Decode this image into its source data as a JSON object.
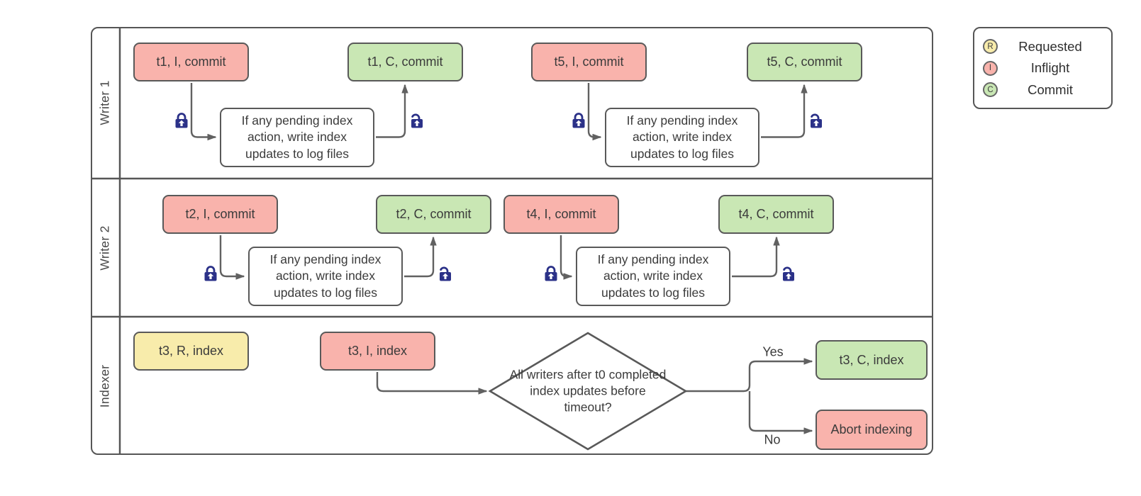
{
  "colors": {
    "inflight": "#f9b3ac",
    "commit": "#c9e7b4",
    "requested": "#f8ecab",
    "node-border": "#595959",
    "line": "#616161",
    "text": "#3b3b3b",
    "lock": "#2b3188",
    "frame": "#565656",
    "canvas": "#ffffff"
  },
  "lanes": [
    {
      "label": "Writer 1"
    },
    {
      "label": "Writer 2"
    },
    {
      "label": "Indexer"
    }
  ],
  "nodes": {
    "t1_inflight": {
      "label": "t1, I, commit"
    },
    "t1_commit": {
      "label": "t1, C, commit"
    },
    "t5_inflight": {
      "label": "t5, I, commit"
    },
    "t5_commit": {
      "label": "t5, C, commit"
    },
    "t2_inflight": {
      "label": "t2, I, commit"
    },
    "t2_commit": {
      "label": "t2, C, commit"
    },
    "t4_inflight": {
      "label": "t4, I, commit"
    },
    "t4_commit": {
      "label": "t4, C, commit"
    },
    "t3_requested": {
      "label": "t3, R, index"
    },
    "t3_inflight": {
      "label": "t3, I, index"
    },
    "t3_commit": {
      "label": "t3, C, index"
    },
    "abort": {
      "label": "Abort indexing"
    }
  },
  "notes": {
    "writer1a": {
      "label": "If any pending index action, write index updates to log files"
    },
    "writer1b": {
      "label": "If any pending index action, write index updates to log files"
    },
    "writer2a": {
      "label": "If any pending index action, write index updates to log files"
    },
    "writer2b": {
      "label": "If any pending index action, write index updates to log files"
    }
  },
  "decision": {
    "label": "All writers after t0 completed index updates before timeout?"
  },
  "edges": {
    "yes": "Yes",
    "no": "No"
  },
  "legend": {
    "items": [
      {
        "letter": "R",
        "label": "Requested",
        "color_key": "requested"
      },
      {
        "letter": "I",
        "label": "Inflight",
        "color_key": "inflight"
      },
      {
        "letter": "C",
        "label": "Commit",
        "color_key": "commit"
      }
    ]
  }
}
